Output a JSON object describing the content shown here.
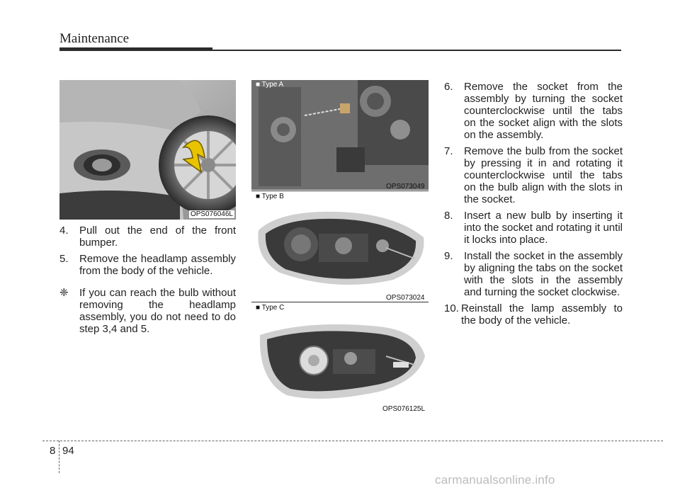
{
  "header": {
    "title": "Maintenance"
  },
  "figures": {
    "bumper": {
      "code": "OPS076046L"
    },
    "type_a": {
      "label": "■ Type A",
      "code": "OPS073049"
    },
    "type_b": {
      "label": "■ Type B",
      "code": "OPS073024"
    },
    "type_c": {
      "label": "■ Type C",
      "code": "OPS076125L"
    }
  },
  "left_steps": [
    {
      "num": "4.",
      "text": "Pull out the end of the front bumper."
    },
    {
      "num": "5.",
      "text": "Remove the headlamp assembly from the body of the vehicle."
    }
  ],
  "note": {
    "symbol": "❈",
    "text": "If you can reach the bulb without removing the headlamp assembly, you do not need to do step 3,4 and 5."
  },
  "right_steps": [
    {
      "num": "6.",
      "text": "Remove the socket from the assembly by turning the socket counterclockwise until the tabs on the socket align with the slots on the assembly."
    },
    {
      "num": "7.",
      "text": "Remove the bulb from the socket by pressing it in and rotating it counterclockwise until the tabs on the bulb align with the slots in the socket."
    },
    {
      "num": "8.",
      "text": "Insert a new bulb by inserting it into the socket and rotating it until it locks into place."
    },
    {
      "num": "9.",
      "text": "Install the socket in the assembly by aligning the tabs on the socket with the slots in the assembly and turning the socket clockwise."
    },
    {
      "num": "10.",
      "text": "Reinstall the lamp assembly to the body of the vehicle."
    }
  ],
  "footer": {
    "chapter": "8",
    "page": "94",
    "watermark": "carmanualsonline.info"
  }
}
